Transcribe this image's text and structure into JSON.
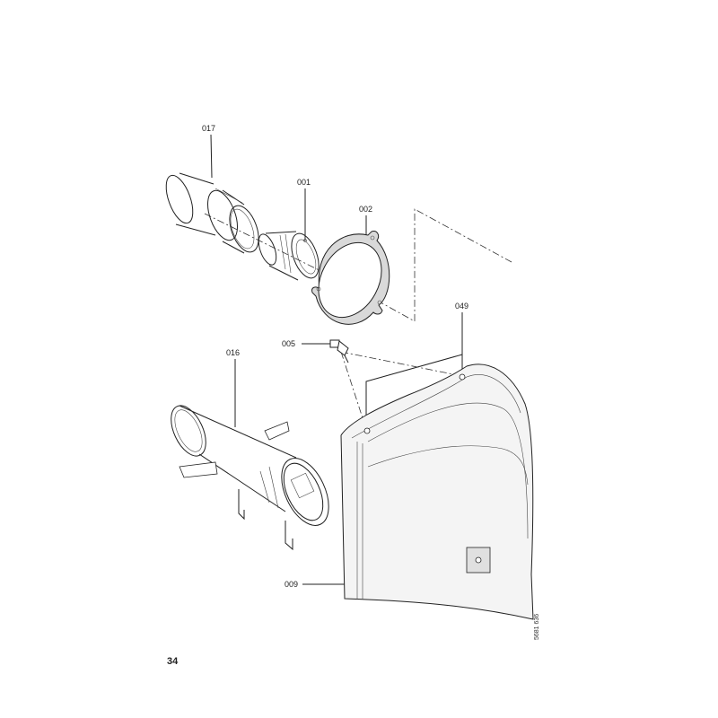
{
  "parts": {
    "p017": "017",
    "p001": "001",
    "p002": "002",
    "p049": "049",
    "p005": "005",
    "p016": "016",
    "p009": "009"
  },
  "page_number": "34",
  "drawing_code": "5681 636",
  "colors": {
    "line": "#222222",
    "gasket_fill": "#d9d9d9",
    "housing_fill": "#f4f4f4"
  }
}
